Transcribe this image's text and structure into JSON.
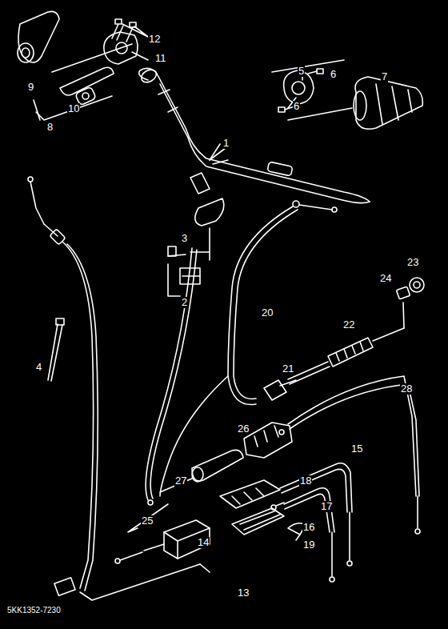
{
  "diagram": {
    "labels": [
      "12",
      "11",
      "9",
      "10",
      "8",
      "5",
      "6",
      "6",
      "7",
      "1",
      "3",
      "2",
      "4",
      "20",
      "23",
      "24",
      "22",
      "21",
      "28",
      "26",
      "15",
      "27",
      "18",
      "17",
      "16",
      "14",
      "19",
      "25",
      "13",
      "5KK1352-7230"
    ]
  }
}
